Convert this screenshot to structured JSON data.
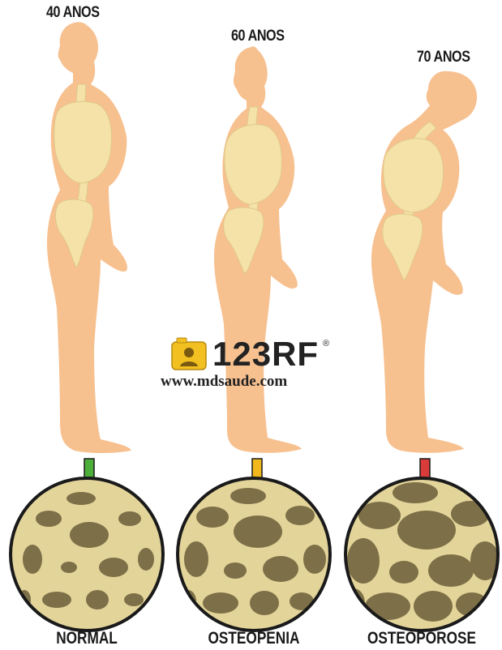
{
  "figures": [
    {
      "age_label": "40 ANOS",
      "stage_label": "NORMAL",
      "arrow_color": "#4caf3a"
    },
    {
      "age_label": "60 ANOS",
      "stage_label": "OSTEOPENIA",
      "arrow_color": "#f0b81a"
    },
    {
      "age_label": "70 ANOS",
      "stage_label": "OSTEOPOROSE",
      "arrow_color": "#d93a3a"
    }
  ],
  "watermark": {
    "brand": "123RF",
    "registered": "®",
    "site": "www.mdsaude.com",
    "icon": "camera-person-icon"
  },
  "colors": {
    "skin": "#f7c08f",
    "skeleton": "#f4e2a8",
    "bone_matrix": "#e3d49a",
    "bone_pore": "#7d6f47",
    "circle_border": "#1a1a1a"
  }
}
